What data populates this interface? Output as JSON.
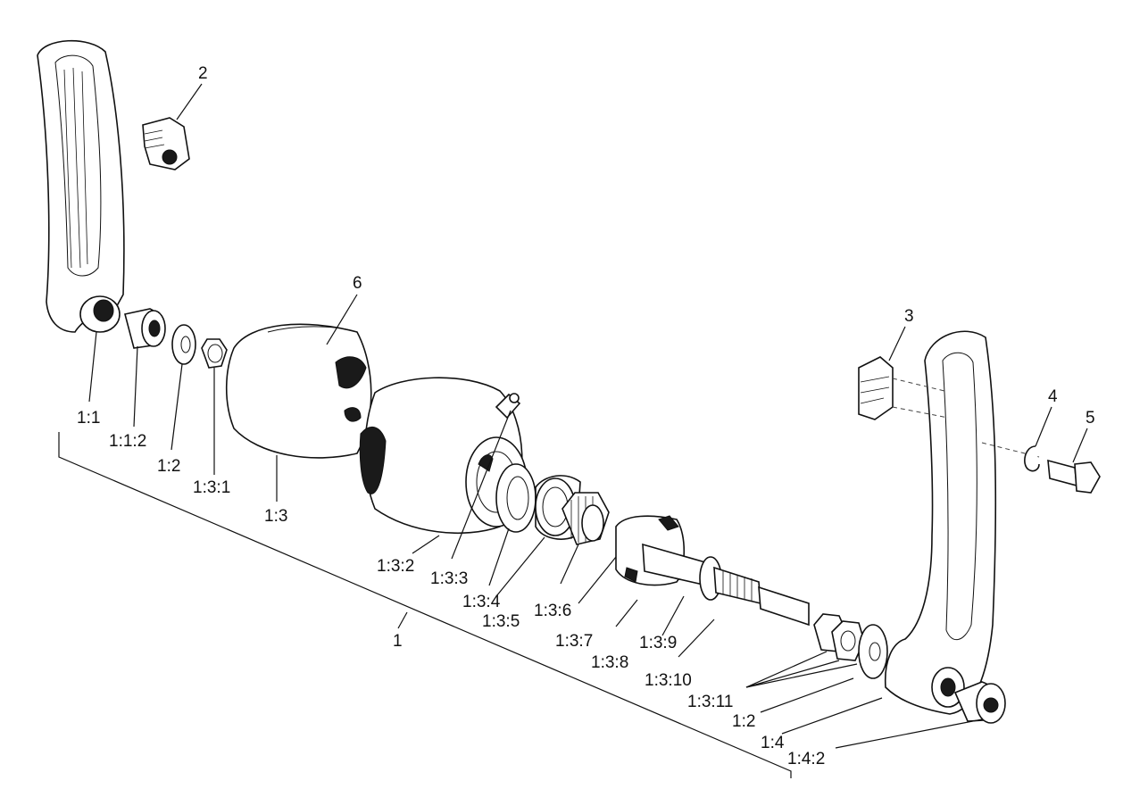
{
  "labels": {
    "l_2": "2",
    "l_3": "3",
    "l_4": "4",
    "l_5": "5",
    "l_6": "6",
    "l_1_1": "1:1",
    "l_1_1_2": "1:1:2",
    "l_1_2_left": "1:2",
    "l_1_3_1": "1:3:1",
    "l_1_3": "1:3",
    "l_1_3_2": "1:3:2",
    "l_1_3_3": "1:3:3",
    "l_1_3_4": "1:3:4",
    "l_1_3_5": "1:3:5",
    "l_1_3_6": "1:3:6",
    "l_1_3_7": "1:3:7",
    "l_1_3_8": "1:3:8",
    "l_1_3_9": "1:3:9",
    "l_1_3_10": "1:3:10",
    "l_1_3_11": "1:3:11",
    "l_1_2_right": "1:2",
    "l_1_4": "1:4",
    "l_1_4_2": "1:4:2",
    "l_1": "1"
  }
}
